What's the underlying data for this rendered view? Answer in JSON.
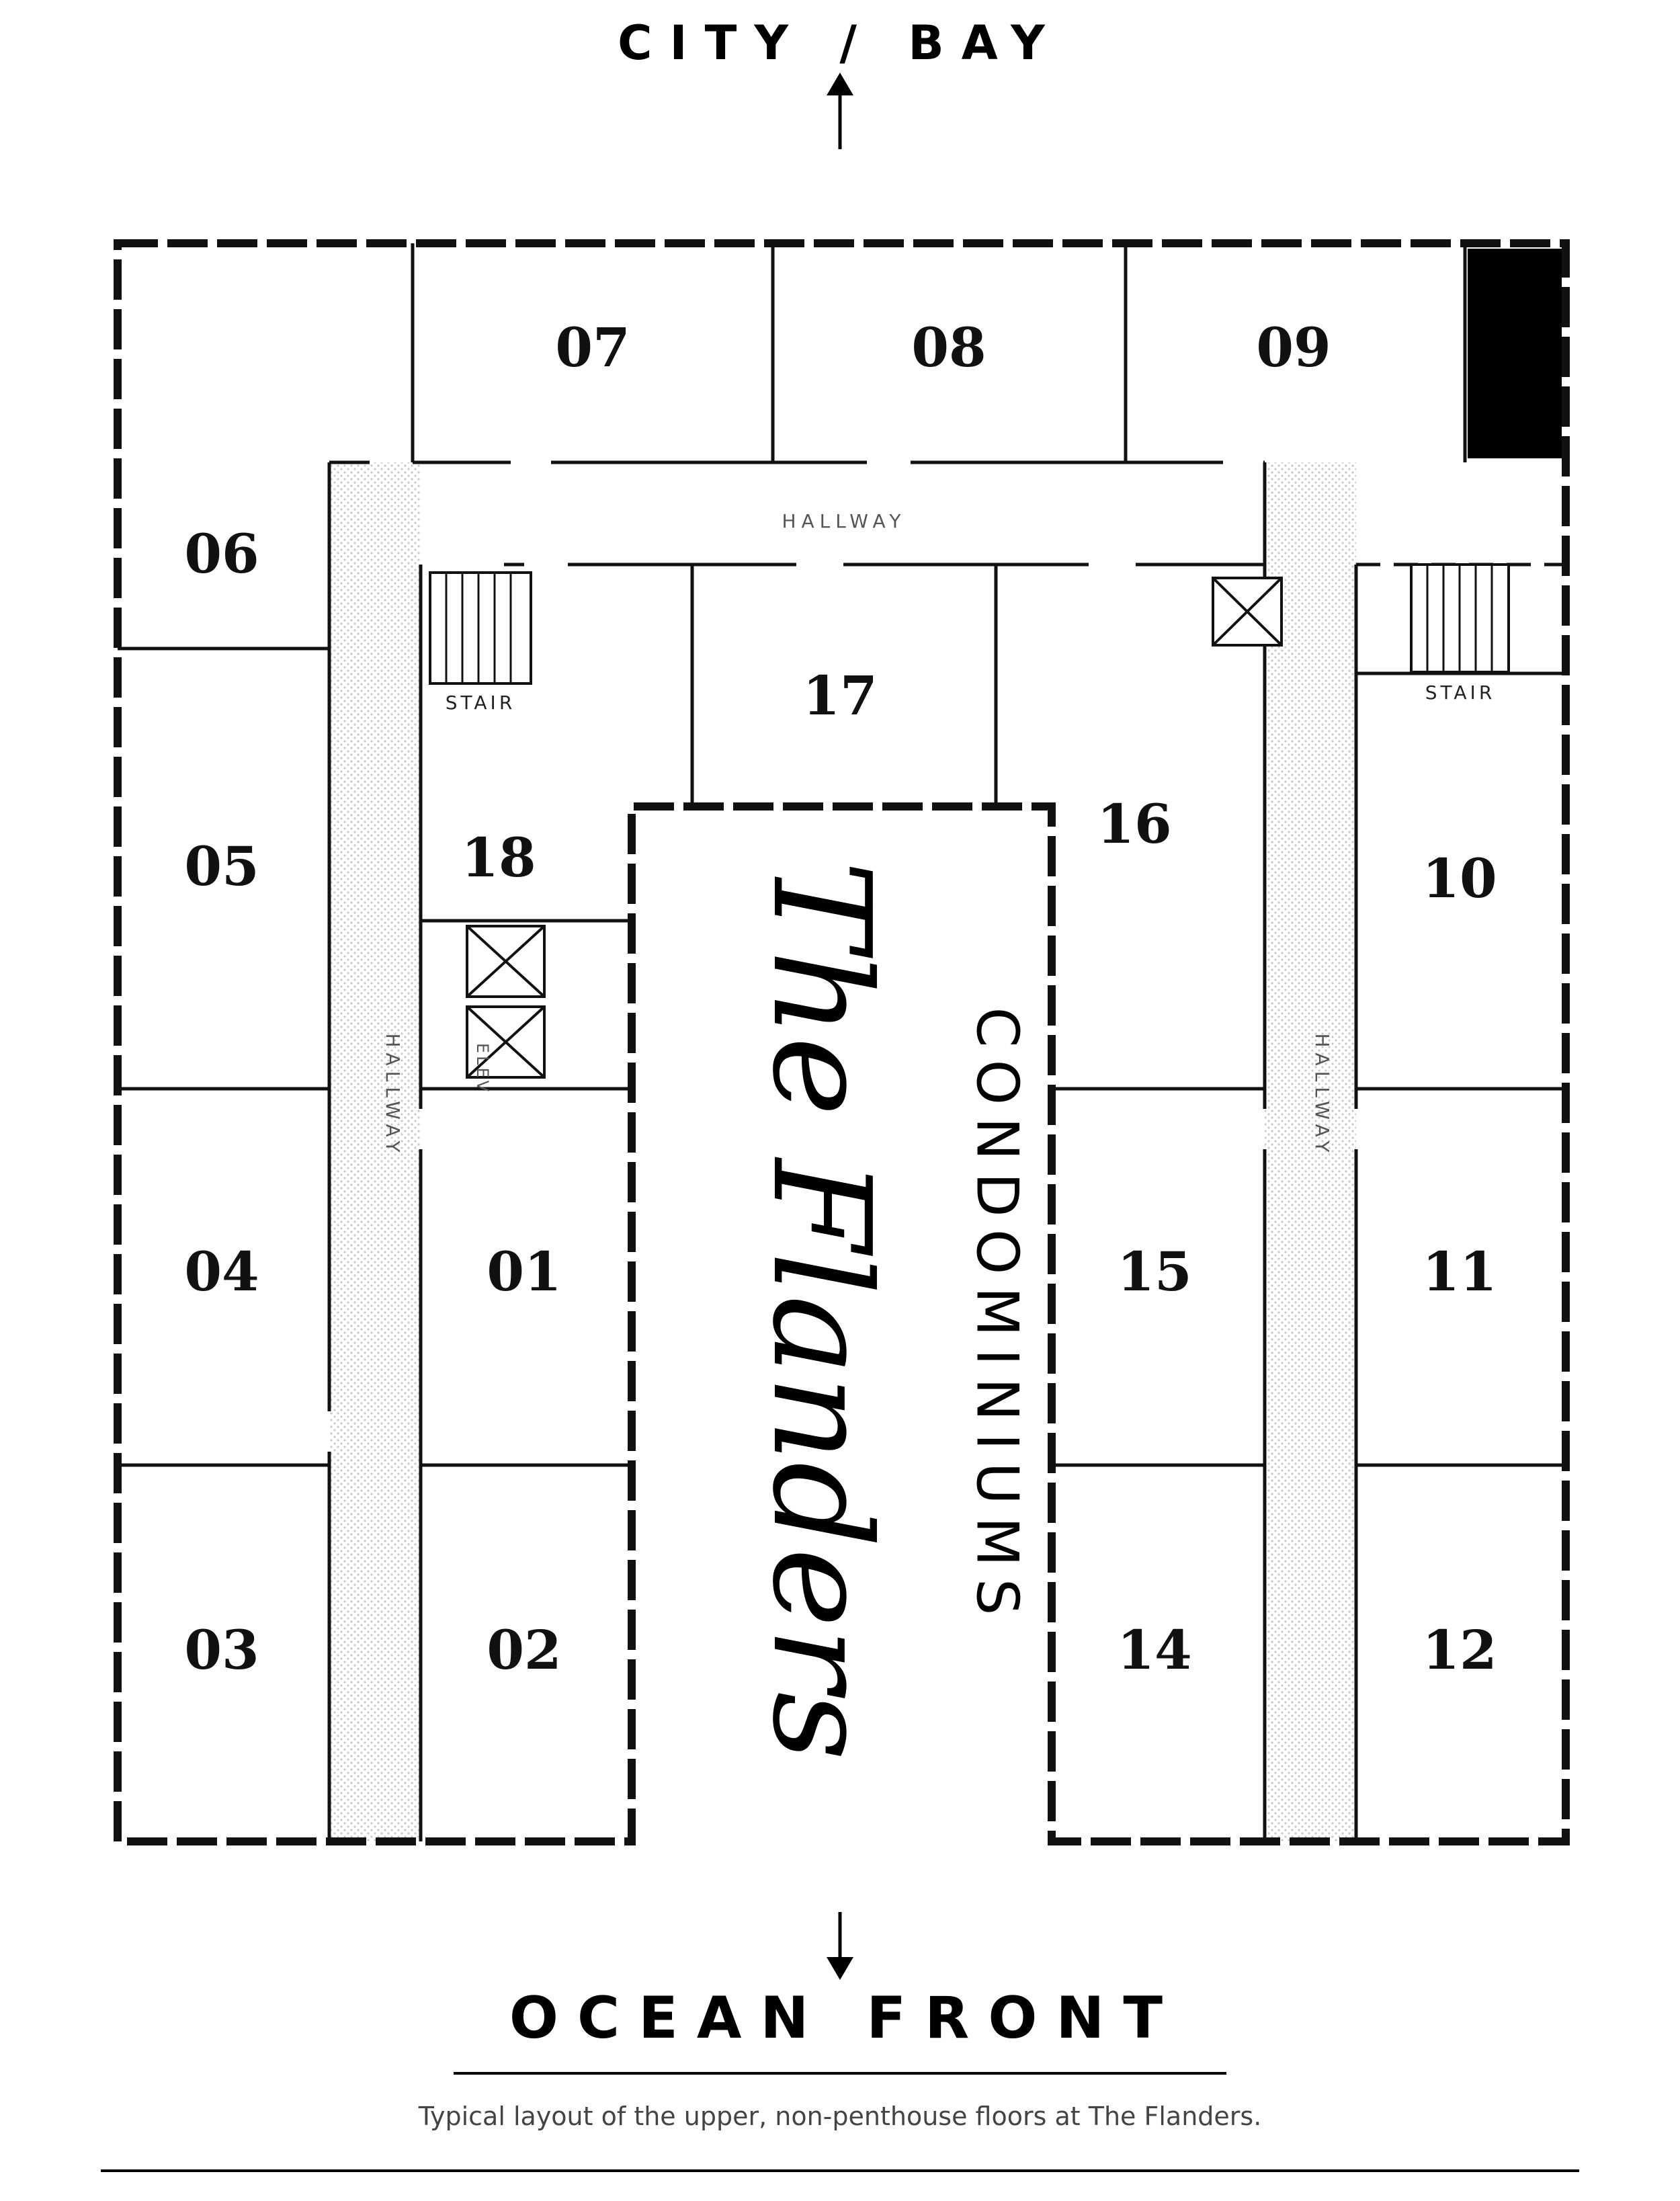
{
  "directions": {
    "top": "CITY / BAY",
    "bottom": "OCEAN FRONT"
  },
  "units": {
    "u01": "01",
    "u02": "02",
    "u03": "03",
    "u04": "04",
    "u05": "05",
    "u06": "06",
    "u07": "07",
    "u08": "08",
    "u09": "09",
    "u10": "10",
    "u11": "11",
    "u12": "12",
    "u14": "14",
    "u15": "15",
    "u16": "16",
    "u17": "17",
    "u18": "18"
  },
  "labels": {
    "hallway": "HALLWAY",
    "stair": "STAIR",
    "elev": "ELEV"
  },
  "brand": {
    "name": "The Flanders",
    "sub": "CONDOMINIUMS"
  },
  "caption": "Typical layout of the upper, non-penthouse floors at The Flanders."
}
